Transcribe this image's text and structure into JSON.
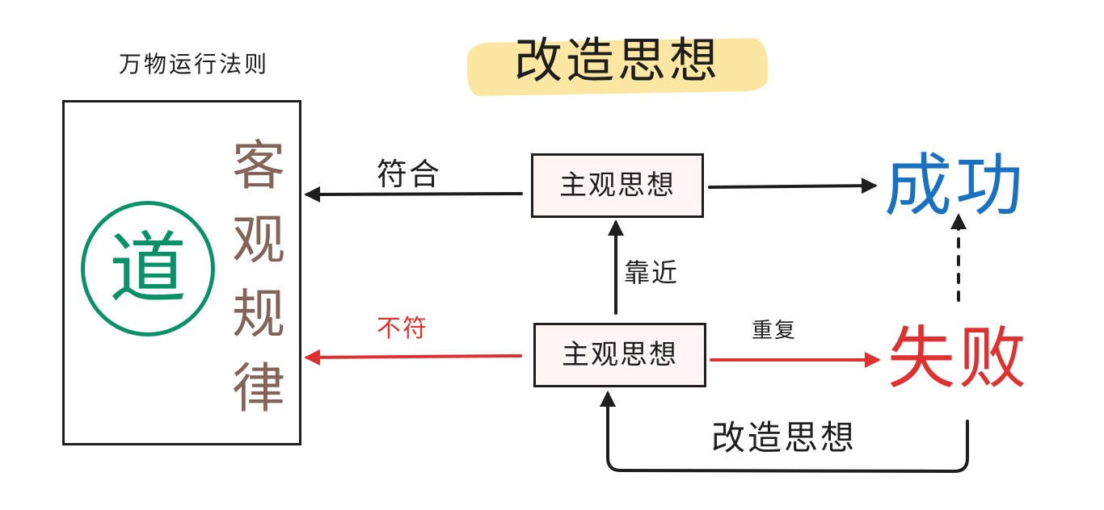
{
  "title": "改造思想",
  "left_panel": {
    "caption": "万物运行法则",
    "vertical_label": [
      "客",
      "观",
      "规",
      "律"
    ],
    "emblem": "道"
  },
  "nodes": {
    "upper": "主观思想",
    "lower": "主观思想"
  },
  "edges": {
    "conform": "符合",
    "not_conform": "不符",
    "approach": "靠近",
    "repeat": "重复",
    "reform": "改造思想"
  },
  "outcomes": {
    "success": "成功",
    "failure": "失败"
  },
  "colors": {
    "title_highlight": "#fbe7a1",
    "law_text": "#846358",
    "emblem": "#099268",
    "node_fill": "#fff5f5",
    "success": "#1971c2",
    "failure": "#e03131",
    "stroke": "#1e1e1e"
  }
}
